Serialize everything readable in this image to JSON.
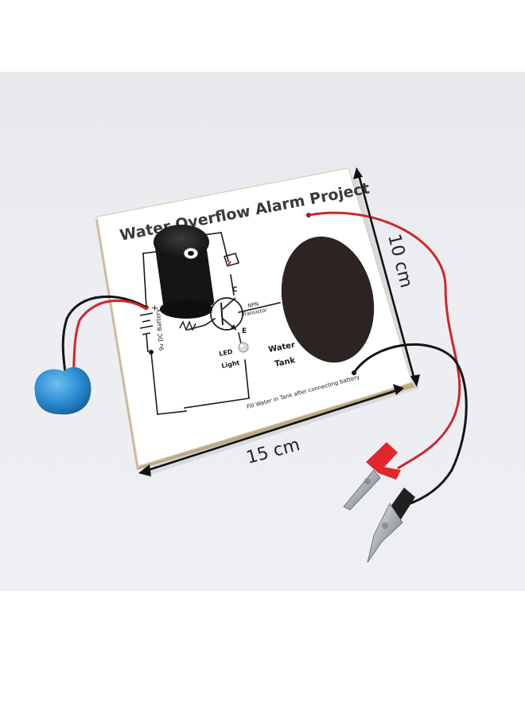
{
  "board": {
    "title": "Water Overflow Alarm Project",
    "battery_label": "9v DC Battery",
    "transistor_label_line1": "NPN",
    "transistor_label_line2": "Transistor",
    "pin_c": "C",
    "pin_e": "E",
    "led_label_line1": "LED",
    "led_label_line2": "Light",
    "tank_label_line1": "Water",
    "tank_label_line2": "Tank",
    "footer_note": "Fill Water in Tank after connecting battery"
  },
  "dimensions": {
    "width_label": "15 cm",
    "height_label": "10 cm"
  },
  "colors": {
    "background": "#ffffff",
    "photo_backdrop": "#eceef1",
    "board_face": "#ffffff",
    "board_edge": "#c9b89a",
    "circuit_line": "#1a1a1a",
    "tank_pad": "#2b2422",
    "buzzer": "#1c1c1c",
    "red_wire": "#d0262b",
    "black_wire": "#141414",
    "battery_cap": "#2a8ad0",
    "clip_insulator_red": "#e0282c",
    "clip_insulator_black": "#202020",
    "clip_metal": "#b9bcc0"
  }
}
